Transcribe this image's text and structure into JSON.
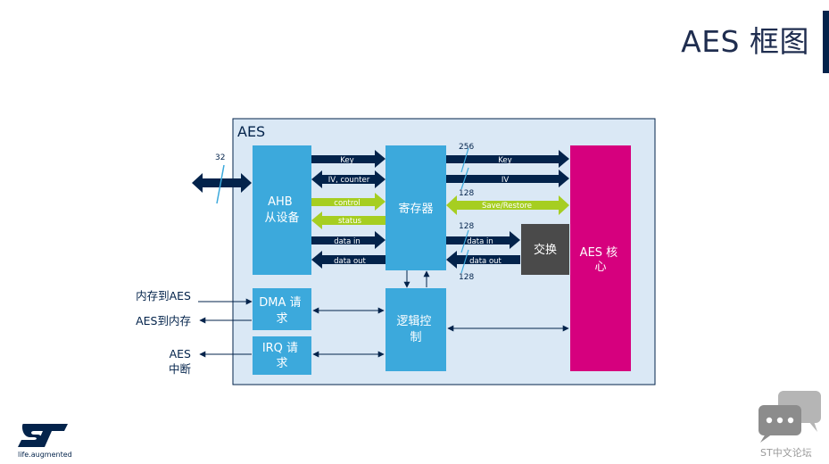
{
  "title": "AES 框图",
  "outer_label": "AES",
  "blocks": {
    "ahb": "AHB\n从设备",
    "reg": "寄存器",
    "swap": "交换",
    "core": "AES 核\n心",
    "dma": "DMA 请\n求",
    "irq": "IRQ 请\n求",
    "logic": "逻辑控\n制"
  },
  "arrows": {
    "key_in": "Key",
    "iv_counter": "IV, counter",
    "control": "control",
    "status": "status",
    "data_in": "data in",
    "data_out": "data out",
    "key_core": "Key",
    "iv_core": "IV",
    "save_restore": "Save/Restore",
    "data_in_core": "data in",
    "data_out_core": "data out"
  },
  "bus_widths": {
    "ahb": "32",
    "key": "256",
    "iv": "128",
    "save": "128",
    "data_out": "128"
  },
  "external": {
    "mem_to_aes": "内存到AES",
    "aes_to_mem": "AES到内存",
    "irq_line1": "AES",
    "irq_line2": "中断"
  },
  "footer": {
    "tagline": "life.augmented",
    "forum": "ST中文论坛"
  },
  "colors": {
    "navy": "#03234b",
    "blue": "#3ca9dc",
    "green": "#a6ce21",
    "magenta": "#d6007e",
    "gray": "#4a4a4a",
    "panel": "#dae8f5"
  }
}
